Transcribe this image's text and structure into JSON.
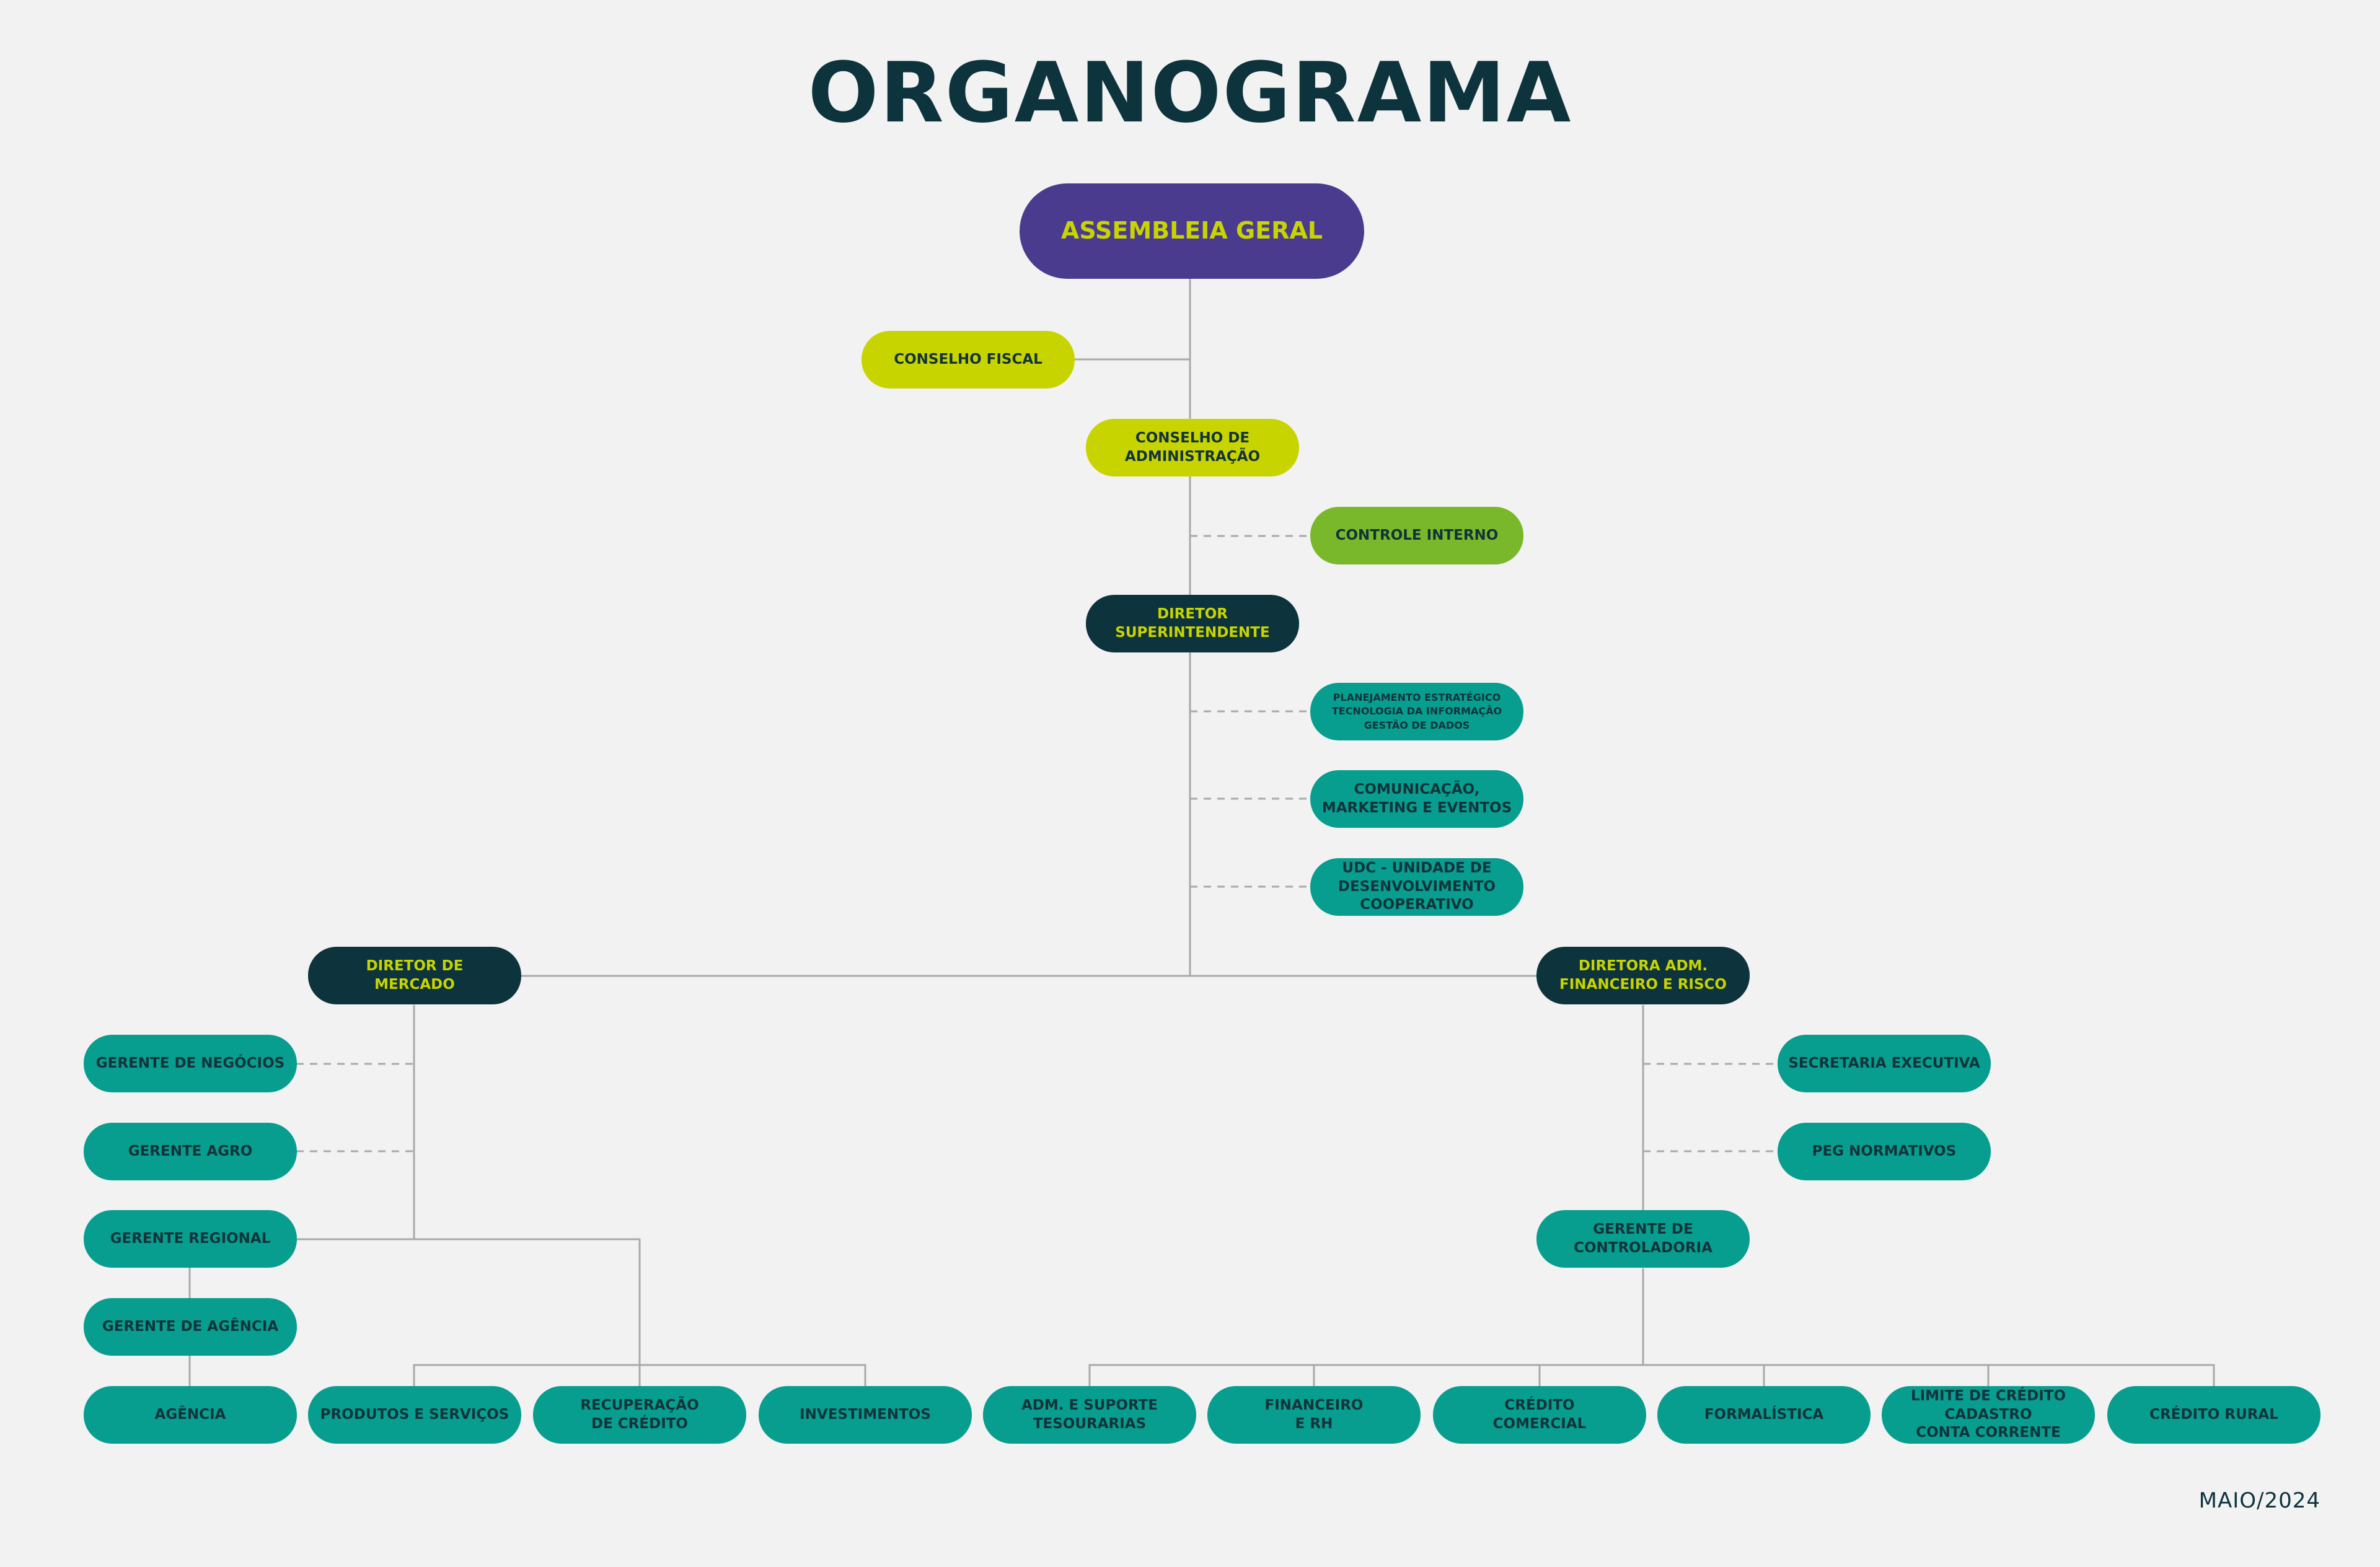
{
  "title": "ORGANOGRAMA",
  "date": "MAIO/2024",
  "colors": {
    "purple": "#4b3b8f",
    "lime": "#c8d400",
    "green": "#7ab82b",
    "dark": "#0d333d",
    "teal": "#079e8f",
    "connector": "#a9a9a9",
    "background": "#f2f2f2"
  },
  "nodes": {
    "assembleia": "ASSEMBLEIA GERAL",
    "conselho_fiscal": "CONSELHO FISCAL",
    "conselho_admin": "CONSELHO DE\nADMINISTRAÇÃO",
    "controle_interno": "CONTROLE INTERNO",
    "diretor_super": "DIRETOR\nSUPERINTENDENTE",
    "planejamento": "PLANEJAMENTO ESTRATÉGICO\nTECNOLOGIA DA INFORMAÇÃO\nGESTÃO DE DADOS",
    "comunicacao": "COMUNICAÇÃO,\nMARKETING E EVENTOS",
    "udc": "UDC - UNIDADE DE\nDESENVOLVIMENTO\nCOOPERATIVO",
    "diretor_mercado": "DIRETOR DE\nMERCADO",
    "diretora_adm": "DIRETORA ADM.\nFINANCEIRO E RISCO",
    "gerente_negocios": "GERENTE DE NEGÓCIOS",
    "gerente_agro": "GERENTE  AGRO",
    "gerente_regional": "GERENTE  REGIONAL",
    "gerente_agencia": "GERENTE  DE AGÊNCIA",
    "agencia": "AGÊNCIA",
    "produtos": "PRODUTOS E SERVIÇOS",
    "recuperacao": "RECUPERAÇÃO\nDE CRÉDITO",
    "investimentos": "INVESTIMENTOS",
    "secretaria": "SECRETARIA EXECUTIVA",
    "peg": "PEG NORMATIVOS",
    "gerente_controladoria": "GERENTE DE\nCONTROLADORIA",
    "adm_suporte": "ADM. E SUPORTE\nTESOURARIAS",
    "financeiro": "FINANCEIRO\nE RH",
    "credito_comercial": "CRÉDITO\nCOMERCIAL",
    "formalistica": "FORMALÍSTICA",
    "limite_credito": "LIMITE DE CRÉDITO\nCADASTRO\nCONTA CORRENTE",
    "credito_rural": "CRÉDITO RURAL"
  }
}
